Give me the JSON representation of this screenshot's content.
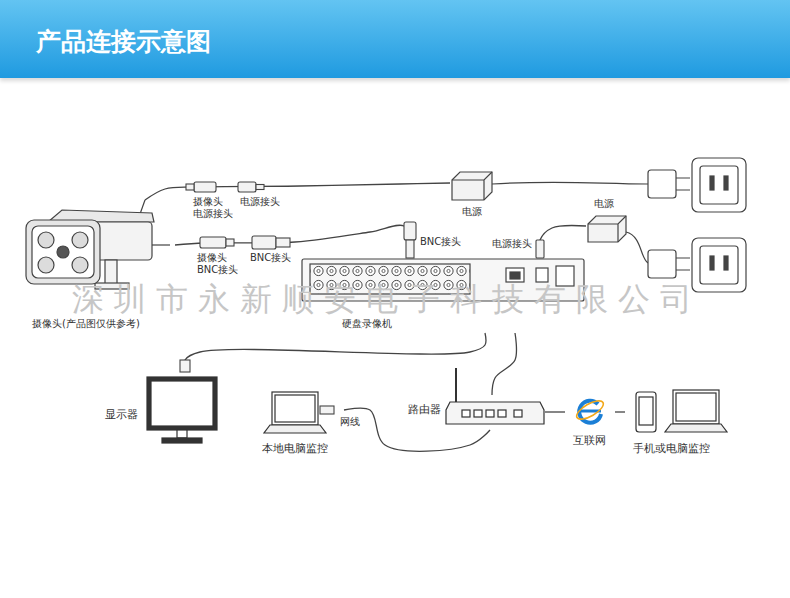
{
  "diagram": {
    "title": "产品连接示意图",
    "nodes": [
      {
        "text": [
          "摄像头(产品图仅供参考)"
        ]
      },
      {
        "text": [
          "硬盘录像机"
        ]
      },
      {
        "text": [
          "电源"
        ]
      },
      {
        "text": [
          "电源"
        ]
      },
      {
        "text": [
          "显示器"
        ]
      },
      {
        "text": [
          "本地电脑监控"
        ]
      },
      {
        "text": [
          "路由器"
        ]
      },
      {
        "text": [
          "互联网"
        ]
      },
      {
        "text": [
          "手机或电脑监控"
        ]
      }
    ],
    "edges": [
      {
        "from": 0,
        "to": 1,
        "arrow": "none"
      },
      {
        "from": 0,
        "to": 2,
        "arrow": "none"
      },
      {
        "from": 1,
        "to": 3,
        "arrow": "none"
      },
      {
        "from": 1,
        "to": 4,
        "arrow": "none"
      },
      {
        "from": 1,
        "to": 6,
        "arrow": "none"
      },
      {
        "from": 5,
        "to": 6,
        "label": "网线",
        "arrow": "none"
      },
      {
        "from": 6,
        "to": 7,
        "arrow": "none"
      },
      {
        "from": 7,
        "to": 8,
        "arrow": "none"
      }
    ],
    "labels": [
      "摄像头 电源接头",
      "电源接头",
      "摄像头 BNC接头",
      "BNC接头",
      "BNC接头",
      "电源接头",
      "深圳市永新顺安电子科技有限公司"
    ]
  }
}
